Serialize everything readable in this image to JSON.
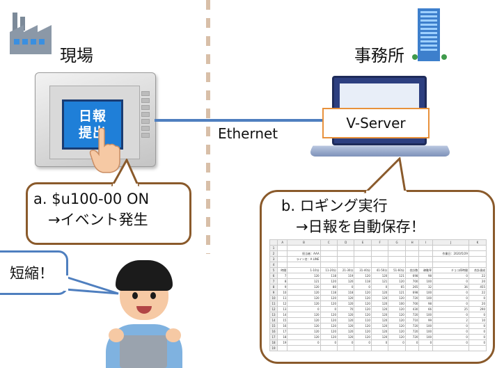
{
  "site_label": "現場",
  "office_label": "事務所",
  "panel": {
    "button_text": "日報\n提出"
  },
  "network_label": "Ethernet",
  "vserver_label": "V-Server",
  "callout_a": {
    "text": "a. $u100-00 ON\n　→イベント発生"
  },
  "callout_b": {
    "text": "b. ロギング実行\n　→日報を自動保存！"
  },
  "callout_c": {
    "text": "短縮！"
  },
  "colors": {
    "network_line": "#4f7fbf",
    "callout_border": "#8a5a2b",
    "vserver_border": "#e8913b",
    "panel_button": "#1f7fd8",
    "person_callout_border": "#4f7fbf"
  },
  "icons": [
    "factory-icon",
    "office-building-icon",
    "touch-panel-icon",
    "pointing-hand-icon",
    "laptop-icon",
    "person-icon"
  ],
  "spreadsheet": {
    "columns": [
      "A",
      "B",
      "C",
      "D",
      "E",
      "F",
      "G",
      "H",
      "I",
      "J",
      "K"
    ],
    "rows": [
      [
        "1",
        "",
        "",
        "",
        "",
        "",
        "",
        "",
        "",
        "",
        "",
        ""
      ],
      [
        "2",
        "",
        "担当者：AAA",
        "",
        "",
        "",
        "",
        "",
        "",
        "",
        "作業日：2020/5/29",
        ""
      ],
      [
        "3",
        "",
        "ライン名：A LINE",
        "",
        "",
        "",
        "",
        "",
        "",
        "",
        "",
        ""
      ],
      [
        "4",
        "",
        "",
        "",
        "",
        "",
        "",
        "",
        "",
        "",
        "",
        ""
      ],
      [
        "5",
        "時間",
        "1-10分",
        "11-20分",
        "21-30分",
        "31-40分",
        "41-50分",
        "51-60分",
        "合計数",
        "稼動率",
        "チョコ停時間",
        "合計達成"
      ],
      [
        "6",
        "7",
        "120",
        "118",
        "119",
        "120",
        "120",
        "121",
        "698",
        "98",
        "0",
        "22"
      ],
      [
        "7",
        "8",
        "121",
        "120",
        "120",
        "118",
        "121",
        "120",
        "700",
        "100",
        "0",
        "20"
      ],
      [
        "8",
        "9",
        "120",
        "80",
        "0",
        "0",
        "0",
        "65",
        "265",
        "32",
        "36",
        "455"
      ],
      [
        "9",
        "10",
        "120",
        "118",
        "118",
        "120",
        "120",
        "121",
        "698",
        "100",
        "0",
        "22"
      ],
      [
        "10",
        "11",
        "120",
        "120",
        "120",
        "120",
        "120",
        "120",
        "720",
        "100",
        "0",
        "0"
      ],
      [
        "11",
        "12",
        "120",
        "120",
        "120",
        "120",
        "120",
        "100",
        "700",
        "98",
        "0",
        "20"
      ],
      [
        "12",
        "13",
        "0",
        "0",
        "70",
        "120",
        "120",
        "120",
        "430",
        "66",
        "25",
        "290"
      ],
      [
        "13",
        "14",
        "120",
        "120",
        "120",
        "120",
        "120",
        "120",
        "720",
        "100",
        "0",
        "0"
      ],
      [
        "14",
        "15",
        "120",
        "120",
        "120",
        "110",
        "120",
        "120",
        "710",
        "99",
        "2",
        "10"
      ],
      [
        "15",
        "16",
        "120",
        "120",
        "120",
        "120",
        "120",
        "120",
        "720",
        "100",
        "0",
        "0"
      ],
      [
        "16",
        "17",
        "120",
        "120",
        "120",
        "120",
        "120",
        "120",
        "720",
        "100",
        "0",
        "0"
      ],
      [
        "17",
        "18",
        "120",
        "120",
        "120",
        "120",
        "120",
        "120",
        "720",
        "100",
        "0",
        "0"
      ],
      [
        "18",
        "19",
        "0",
        "0",
        "0",
        "0",
        "0",
        "0",
        "0",
        "0",
        "0",
        "0"
      ],
      [
        "19",
        "",
        "",
        "",
        "",
        "",
        "",
        "",
        "",
        "",
        "",
        ""
      ]
    ]
  }
}
